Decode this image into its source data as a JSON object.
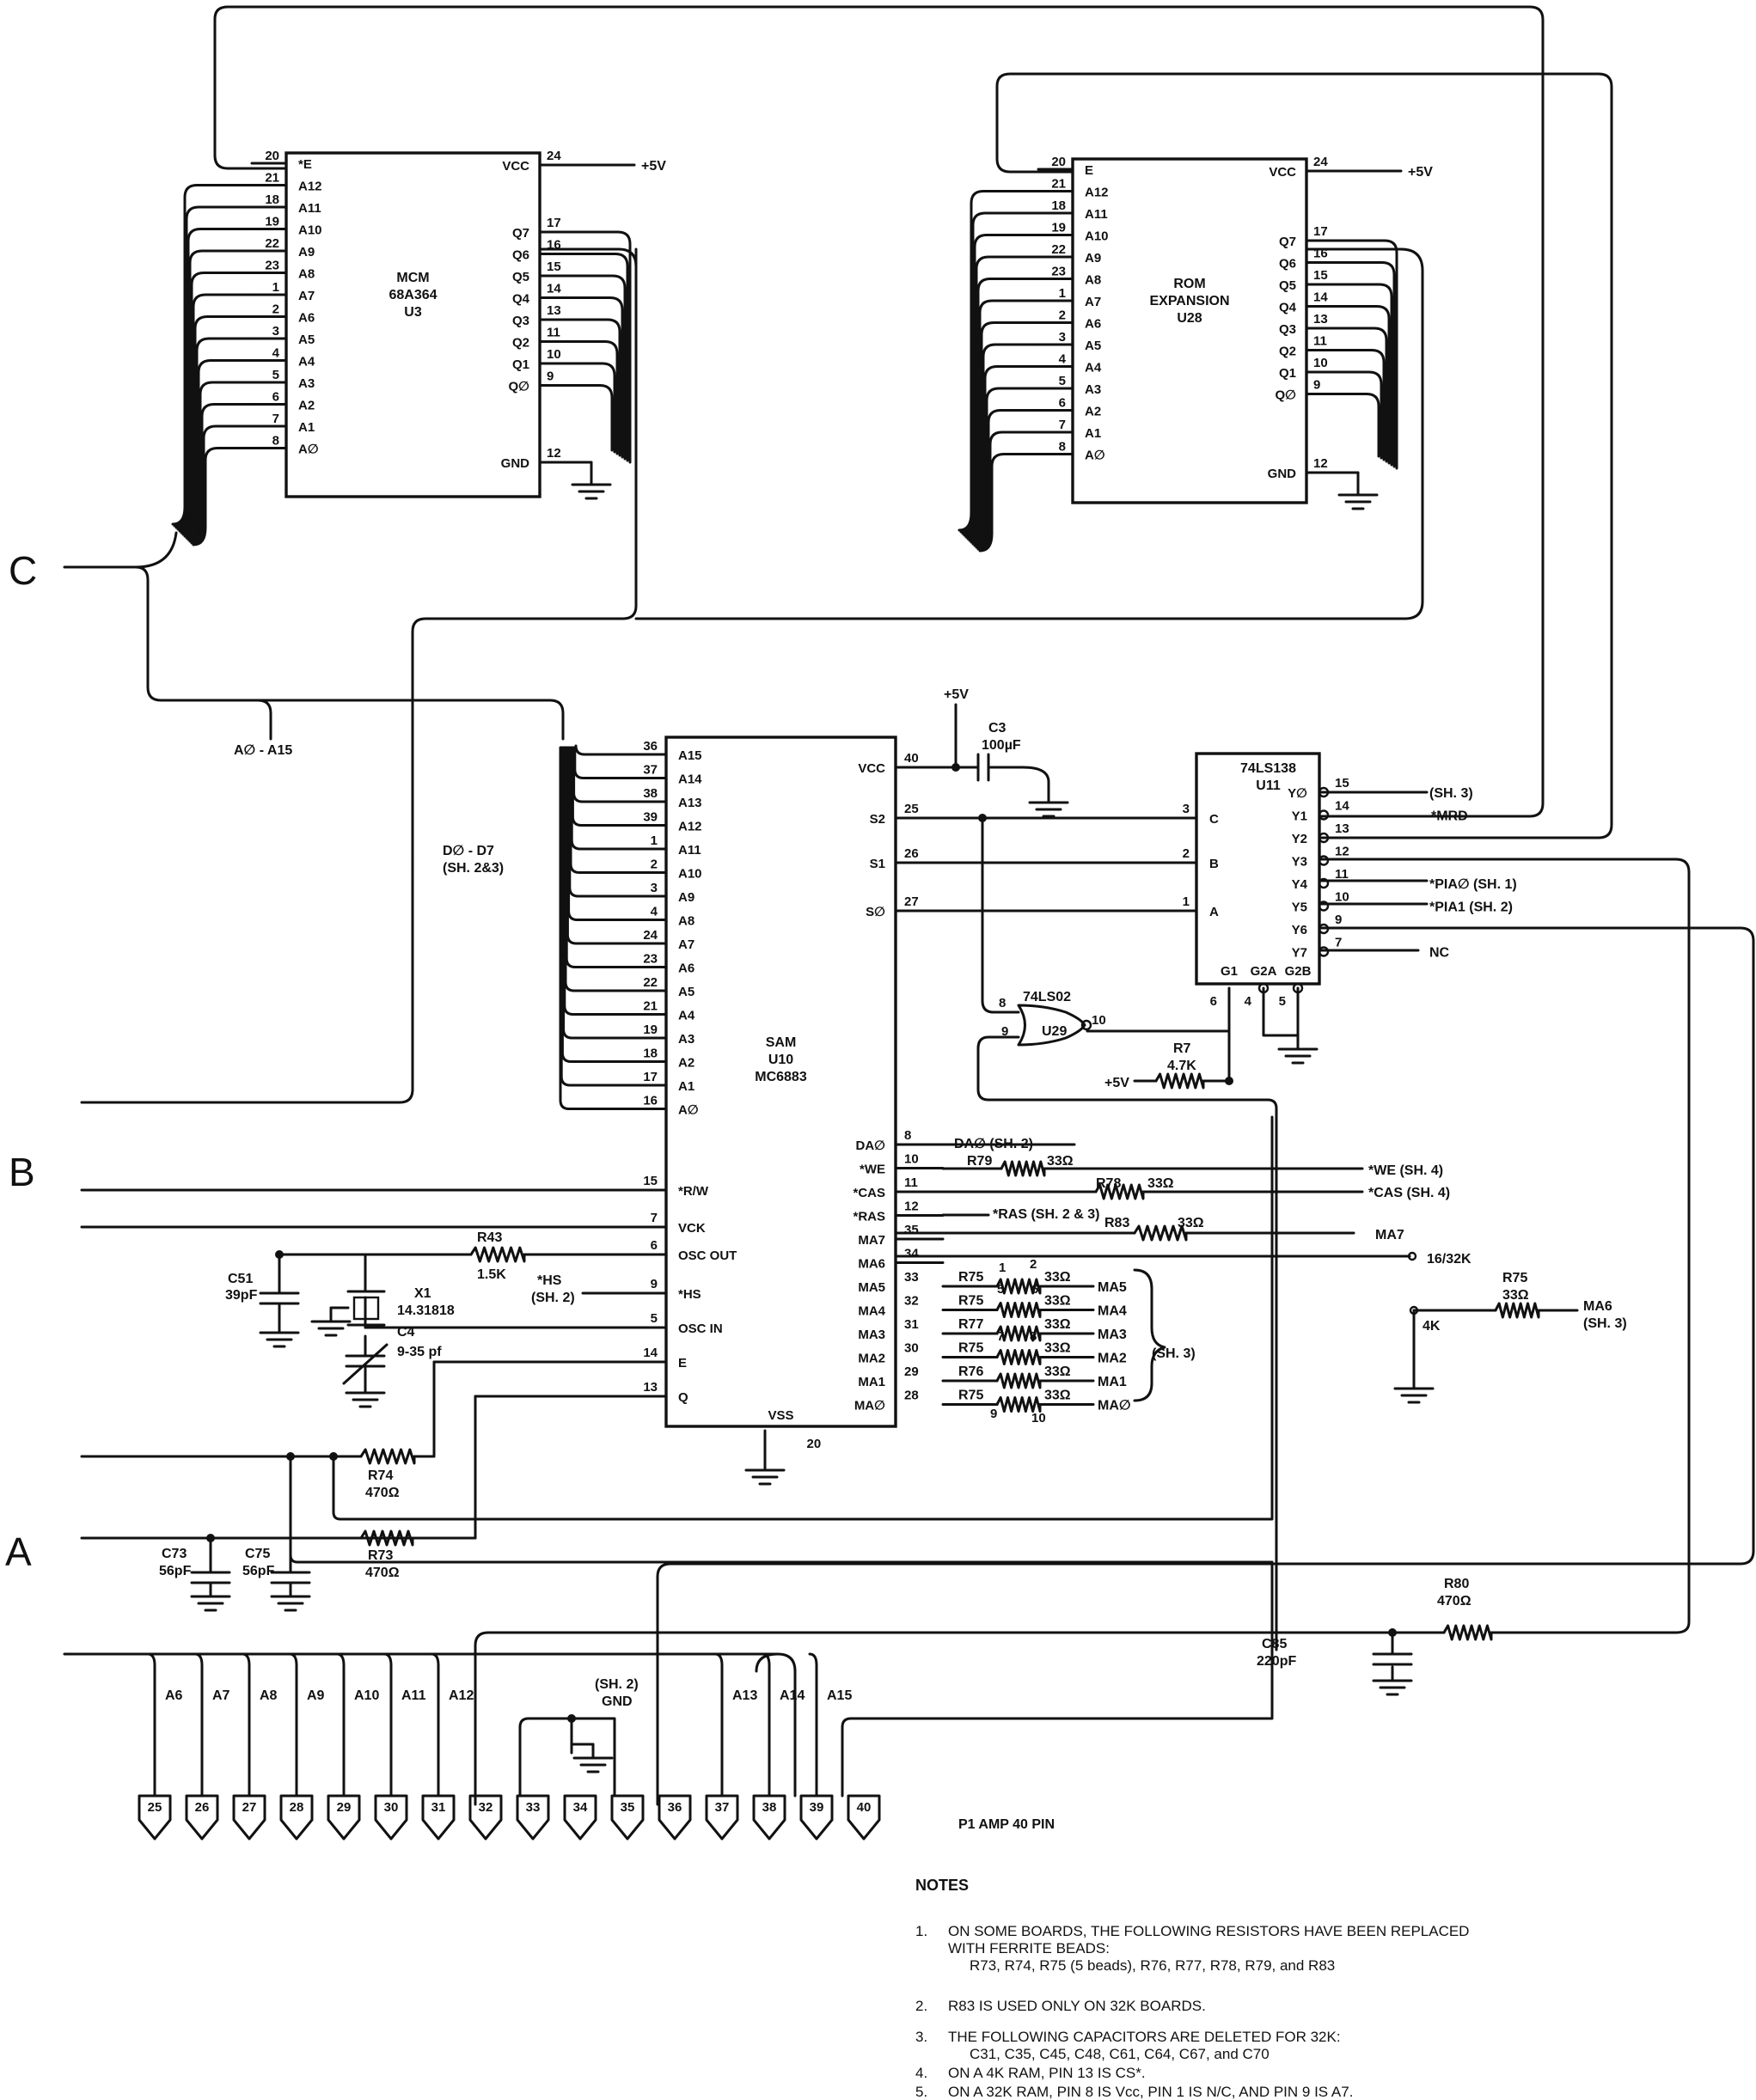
{
  "sections": {
    "c": "C",
    "b": "B",
    "a": "A"
  },
  "u3": {
    "name1": "MCM",
    "name2": "68A364",
    "name3": "U3",
    "left": [
      {
        "pin": "20",
        "label": "*E"
      },
      {
        "pin": "21",
        "label": "A12"
      },
      {
        "pin": "18",
        "label": "A11"
      },
      {
        "pin": "19",
        "label": "A10"
      },
      {
        "pin": "22",
        "label": "A9"
      },
      {
        "pin": "23",
        "label": "A8"
      },
      {
        "pin": "1",
        "label": "A7"
      },
      {
        "pin": "2",
        "label": "A6"
      },
      {
        "pin": "3",
        "label": "A5"
      },
      {
        "pin": "4",
        "label": "A4"
      },
      {
        "pin": "5",
        "label": "A3"
      },
      {
        "pin": "6",
        "label": "A2"
      },
      {
        "pin": "7",
        "label": "A1"
      },
      {
        "pin": "8",
        "label": "A∅"
      }
    ],
    "vcc": {
      "pin": "24",
      "label": "VCC",
      "supply": "+5V"
    },
    "right": [
      {
        "pin": "17",
        "label": "Q7"
      },
      {
        "pin": "16",
        "label": "Q6"
      },
      {
        "pin": "15",
        "label": "Q5"
      },
      {
        "pin": "14",
        "label": "Q4"
      },
      {
        "pin": "13",
        "label": "Q3"
      },
      {
        "pin": "11",
        "label": "Q2"
      },
      {
        "pin": "10",
        "label": "Q1"
      },
      {
        "pin": "9",
        "label": "Q∅"
      }
    ],
    "gnd": {
      "pin": "12",
      "label": "GND"
    }
  },
  "u28": {
    "name1": "ROM",
    "name2": "EXPANSION",
    "name3": "U28",
    "left": [
      {
        "pin": "20",
        "label": "E"
      },
      {
        "pin": "21",
        "label": "A12"
      },
      {
        "pin": "18",
        "label": "A11"
      },
      {
        "pin": "19",
        "label": "A10"
      },
      {
        "pin": "22",
        "label": "A9"
      },
      {
        "pin": "23",
        "label": "A8"
      },
      {
        "pin": "1",
        "label": "A7"
      },
      {
        "pin": "2",
        "label": "A6"
      },
      {
        "pin": "3",
        "label": "A5"
      },
      {
        "pin": "4",
        "label": "A4"
      },
      {
        "pin": "5",
        "label": "A3"
      },
      {
        "pin": "6",
        "label": "A2"
      },
      {
        "pin": "7",
        "label": "A1"
      },
      {
        "pin": "8",
        "label": "A∅"
      }
    ],
    "vcc": {
      "pin": "24",
      "label": "VCC",
      "supply": "+5V"
    },
    "right": [
      {
        "pin": "17",
        "label": "Q7"
      },
      {
        "pin": "16",
        "label": "Q6"
      },
      {
        "pin": "15",
        "label": "Q5"
      },
      {
        "pin": "14",
        "label": "Q4"
      },
      {
        "pin": "13",
        "label": "Q3"
      },
      {
        "pin": "11",
        "label": "Q2"
      },
      {
        "pin": "10",
        "label": "Q1"
      },
      {
        "pin": "9",
        "label": "Q∅"
      }
    ],
    "gnd": {
      "pin": "12",
      "label": "GND"
    }
  },
  "bus": {
    "address": "A∅ - A15",
    "data1": "D∅ - D7",
    "data2": "(SH. 2&3)"
  },
  "sam": {
    "name1": "SAM",
    "name2": "U10",
    "name3": "MC6883",
    "addr": [
      {
        "pin": "36",
        "label": "A15"
      },
      {
        "pin": "37",
        "label": "A14"
      },
      {
        "pin": "38",
        "label": "A13"
      },
      {
        "pin": "39",
        "label": "A12"
      },
      {
        "pin": "1",
        "label": "A11"
      },
      {
        "pin": "2",
        "label": "A10"
      },
      {
        "pin": "3",
        "label": "A9"
      },
      {
        "pin": "4",
        "label": "A8"
      },
      {
        "pin": "24",
        "label": "A7"
      },
      {
        "pin": "23",
        "label": "A6"
      },
      {
        "pin": "22",
        "label": "A5"
      },
      {
        "pin": "21",
        "label": "A4"
      },
      {
        "pin": "19",
        "label": "A3"
      },
      {
        "pin": "18",
        "label": "A2"
      },
      {
        "pin": "17",
        "label": "A1"
      },
      {
        "pin": "16",
        "label": "A∅"
      }
    ],
    "ctl": [
      {
        "pin": "15",
        "label": "*R/W"
      },
      {
        "pin": "7",
        "label": "VCK"
      },
      {
        "pin": "6",
        "label": "OSC OUT"
      },
      {
        "pin": "9",
        "label": "*HS"
      },
      {
        "pin": "5",
        "label": "OSC IN"
      },
      {
        "pin": "14",
        "label": "E"
      },
      {
        "pin": "13",
        "label": "Q"
      }
    ],
    "right_top": [
      {
        "pin": "40",
        "label": "VCC"
      },
      {
        "pin": "25",
        "label": "S2"
      },
      {
        "pin": "26",
        "label": "S1"
      },
      {
        "pin": "27",
        "label": "S∅"
      }
    ],
    "right_bot": [
      {
        "pin": "8",
        "label": "DA∅"
      },
      {
        "pin": "10",
        "label": "*WE"
      },
      {
        "pin": "11",
        "label": "*CAS"
      },
      {
        "pin": "12",
        "label": "*RAS"
      },
      {
        "pin": "35",
        "label": "MA7"
      },
      {
        "pin": "34",
        "label": "MA6"
      },
      {
        "pin": "33",
        "label": "MA5"
      },
      {
        "pin": "32",
        "label": "MA4"
      },
      {
        "pin": "31",
        "label": "MA3"
      },
      {
        "pin": "30",
        "label": "MA2"
      },
      {
        "pin": "29",
        "label": "MA1"
      },
      {
        "pin": "28",
        "label": "MA∅"
      }
    ],
    "vss": {
      "pin": "20",
      "label": "VSS"
    }
  },
  "sam_out": {
    "da0": "DA∅ (SH. 2)",
    "we_res": "R79",
    "we_val": "33Ω",
    "we_dest": "*WE (SH. 4)",
    "cas_res": "R78",
    "cas_val": "33Ω",
    "cas_dest": "*CAS (SH. 4)",
    "ras_dest": "*RAS (SH. 2 & 3)",
    "ma7_res": "R83",
    "ma7_val": "33Ω",
    "ma7_dest": "MA7",
    "ma6_dest": "16/32K",
    "ma_rows": [
      {
        "res": "R75",
        "val": "33Ω",
        "out": "MA5"
      },
      {
        "res": "R75",
        "val": "33Ω",
        "out": "MA4"
      },
      {
        "res": "R77",
        "val": "33Ω",
        "out": "MA3"
      },
      {
        "res": "R75",
        "val": "33Ω",
        "out": "MA2"
      },
      {
        "res": "R76",
        "val": "33Ω",
        "out": "MA1"
      },
      {
        "res": "R75",
        "val": "33Ω",
        "out": "MA∅"
      }
    ],
    "bead_nums": [
      "1",
      "2",
      "5",
      "6",
      "7",
      "8",
      "9",
      "10"
    ],
    "ma_sheet": "(SH. 3)",
    "jumper_4k": "4K",
    "ma6_res": "R75",
    "ma6_val": "33Ω",
    "ma6_out": "MA6",
    "ma6_sheet": "(SH. 3)"
  },
  "c3": {
    "supply": "+5V",
    "name": "C3",
    "value": "100µF"
  },
  "u11": {
    "name1": "74LS138",
    "name2": "U11",
    "inputs": [
      {
        "pin": "3",
        "label": "C"
      },
      {
        "pin": "2",
        "label": "B"
      },
      {
        "pin": "1",
        "label": "A"
      }
    ],
    "outputs": [
      {
        "pin": "15",
        "label": "Y∅",
        "dest": "(SH. 3)"
      },
      {
        "pin": "14",
        "label": "Y1",
        "dest": "*MRD"
      },
      {
        "pin": "13",
        "label": "Y2",
        "dest": ""
      },
      {
        "pin": "12",
        "label": "Y3",
        "dest": ""
      },
      {
        "pin": "11",
        "label": "Y4",
        "dest": "*PIA∅ (SH. 1)"
      },
      {
        "pin": "10",
        "label": "Y5",
        "dest": "*PIA1 (SH. 2)"
      },
      {
        "pin": "9",
        "label": "Y6",
        "dest": ""
      },
      {
        "pin": "7",
        "label": "Y7",
        "dest": "NC"
      }
    ],
    "enables": [
      {
        "pin": "6",
        "label": "G1"
      },
      {
        "pin": "4",
        "label": "G2A"
      },
      {
        "pin": "5",
        "label": "G2B"
      }
    ]
  },
  "u29": {
    "type": "74LS02",
    "name": "U29",
    "in1": "8",
    "in2": "9",
    "out": "10"
  },
  "r7": {
    "supply": "+5V",
    "name": "R7",
    "value": "4.7K"
  },
  "osc": {
    "c51": "C51",
    "c51v": "39pF",
    "r43": "R43",
    "r43v": "1.5K",
    "x1": "X1",
    "x1v": "14.31818",
    "c4": "C4",
    "c4v": "9-35 pf",
    "hs1": "*HS",
    "hs2": "(SH. 2)"
  },
  "filter": {
    "r74": "R74",
    "r74v": "470Ω",
    "r73": "R73",
    "r73v": "470Ω",
    "c73": "C73",
    "c73v": "56pF",
    "c75": "C75",
    "c75v": "56pF",
    "r80": "R80",
    "r80v": "470Ω",
    "c85": "C85",
    "c85v": "220pF"
  },
  "conn": {
    "pins": [
      "25",
      "26",
      "27",
      "28",
      "29",
      "30",
      "31",
      "32",
      "33",
      "34",
      "35",
      "36",
      "37",
      "38",
      "39",
      "40"
    ],
    "signals": [
      "A6",
      "A7",
      "A8",
      "A9",
      "A10",
      "A11",
      "A12",
      "",
      "",
      "",
      "",
      "",
      "A13",
      "A14",
      "A15",
      ""
    ],
    "gnd1": "(SH. 2)",
    "gnd2": "GND",
    "title": "P1   AMP   40   PIN"
  },
  "notes": {
    "heading": "NOTES",
    "n1num": "1.",
    "n1a": "ON SOME BOARDS, THE FOLLOWING RESISTORS HAVE BEEN REPLACED",
    "n1b": "WITH FERRITE BEADS:",
    "n1c": "R73, R74, R75 (5 beads), R76, R77, R78, R79, and R83",
    "n2num": "2.",
    "n2": "R83 IS USED ONLY ON 32K BOARDS.",
    "n3num": "3.",
    "n3a": "THE FOLLOWING CAPACITORS ARE DELETED FOR 32K:",
    "n3b": "C31, C35, C45, C48, C61, C64, C67, and C70",
    "n4num": "4.",
    "n4": "ON A 4K RAM, PIN 13 IS CS*.",
    "n5num": "5.",
    "n5": "ON A 32K RAM, PIN 8 IS Vcc, PIN 1 IS N/C, AND PIN 9 IS A7."
  }
}
